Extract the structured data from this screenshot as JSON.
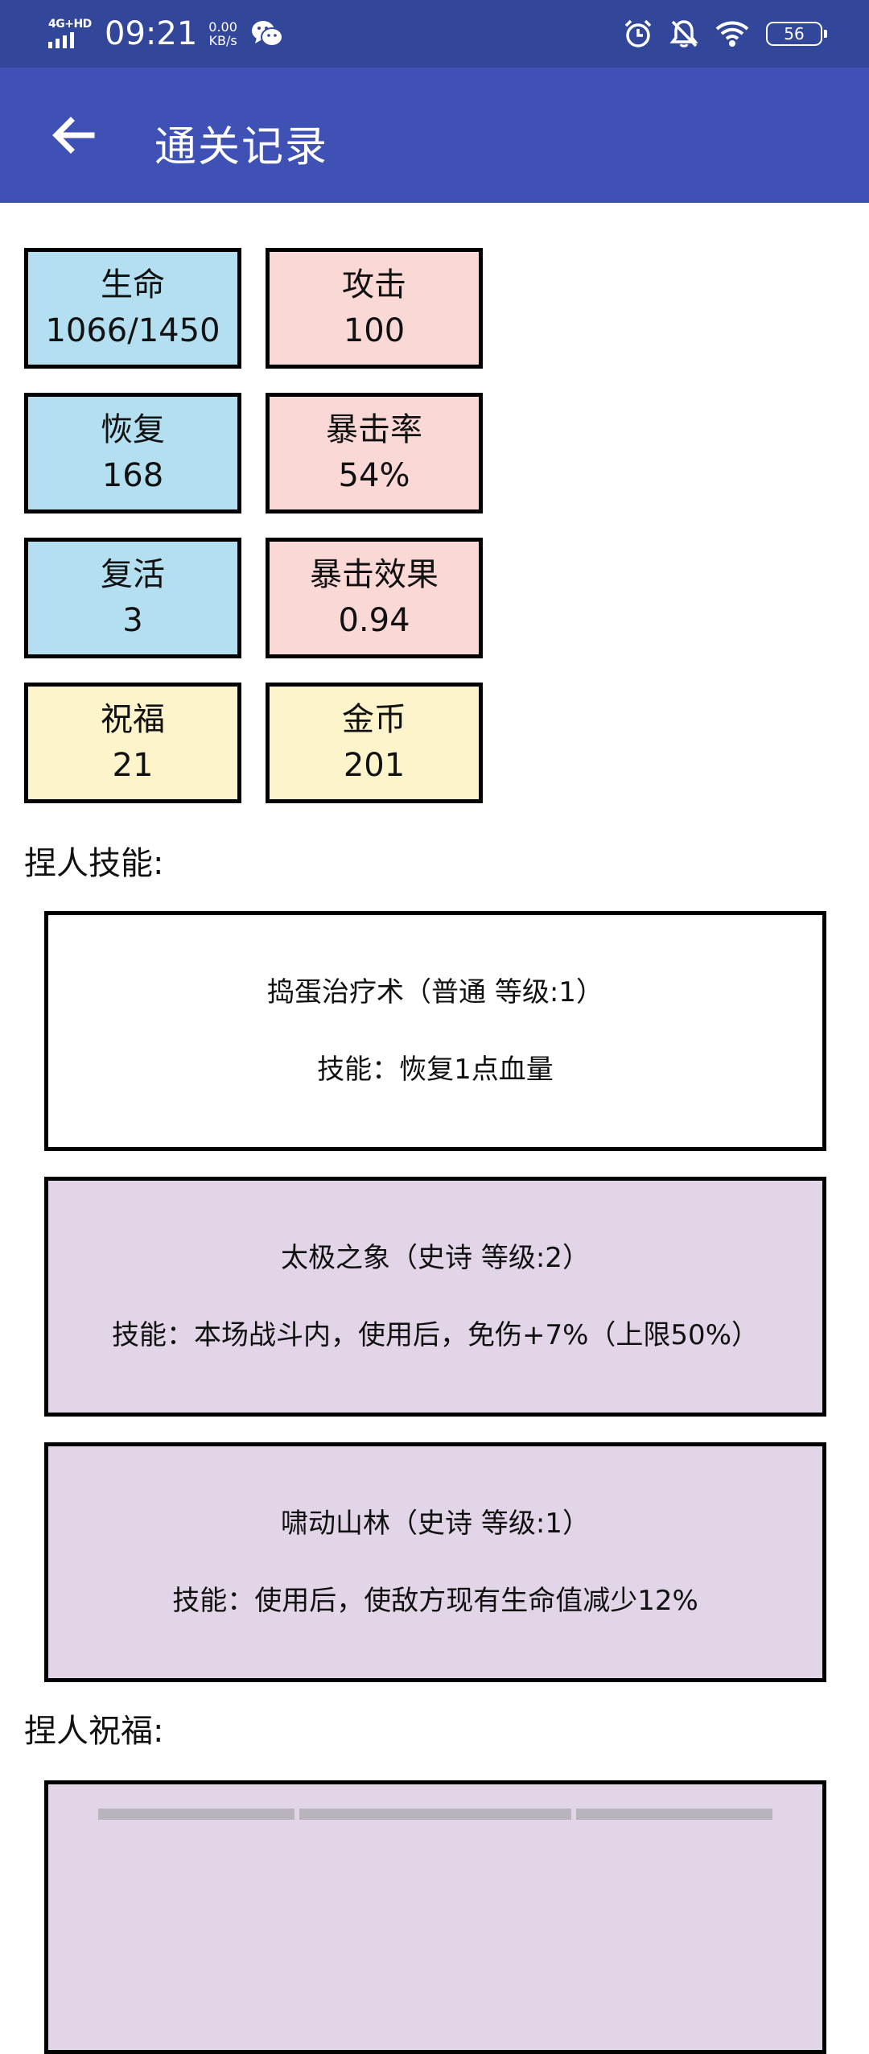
{
  "status_bar": {
    "network": "4G+HD",
    "time": "09:21",
    "speed_value": "0.00",
    "speed_unit": "KB/s",
    "battery": "56"
  },
  "app_bar": {
    "title": "通关记录"
  },
  "stats": [
    {
      "label": "生命",
      "value": "1066/1450",
      "color": "#b3dff0"
    },
    {
      "label": "攻击",
      "value": "100",
      "color": "#f9d8d6"
    },
    {
      "label": "恢复",
      "value": "168",
      "color": "#b3dff0"
    },
    {
      "label": "暴击率",
      "value": "54%",
      "color": "#f9d8d6"
    },
    {
      "label": "复活",
      "value": "3",
      "color": "#b3dff0"
    },
    {
      "label": "暴击效果",
      "value": "0.94",
      "color": "#f9d8d6"
    },
    {
      "label": "祝福",
      "value": "21",
      "color": "#fef4cc"
    },
    {
      "label": "金币",
      "value": "201",
      "color": "#fef4cc"
    }
  ],
  "skills_section": {
    "title": "捏人技能:",
    "items": [
      {
        "name": "捣蛋治疗术（普通 等级:1）",
        "desc": "技能：恢复1点血量",
        "rarity_color": "#ffffff"
      },
      {
        "name": "太极之象（史诗 等级:2）",
        "desc": "技能：本场战斗内，使用后，免伤+7%（上限50%）",
        "rarity_color": "#e1d5e7"
      },
      {
        "name": "啸动山林（史诗 等级:1）",
        "desc": "技能：使用后，使敌方现有生命值减少12%",
        "rarity_color": "#e1d5e7"
      }
    ]
  },
  "blessings_section": {
    "title": "捏人祝福:"
  }
}
